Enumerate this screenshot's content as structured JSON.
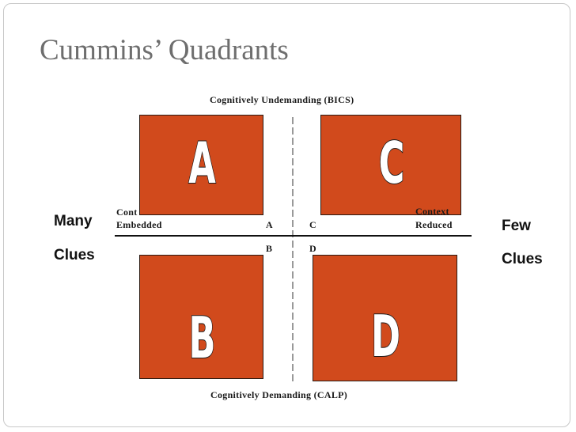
{
  "slide": {
    "title": "Cummins’ Quadrants"
  },
  "diagram": {
    "top_label": "Cognitively Undemanding (BICS)",
    "bottom_label": "Cognitively Demanding (CALP)",
    "left_label_line1": "Cont",
    "left_label_line2": "Embedded",
    "right_label_line1": "Context",
    "right_label_line2": "Reduced",
    "quadrants": [
      {
        "letter": "A",
        "inner_label": "A"
      },
      {
        "letter": "C",
        "inner_label": "C"
      },
      {
        "letter": "B",
        "inner_label": "B"
      },
      {
        "letter": "D",
        "inner_label": "D"
      }
    ],
    "quadrant_color": "#d14a1c"
  },
  "side_labels": {
    "left_line1": "Many",
    "left_line2": "Clues",
    "right_line1": "Few",
    "right_line2": "Clues"
  }
}
